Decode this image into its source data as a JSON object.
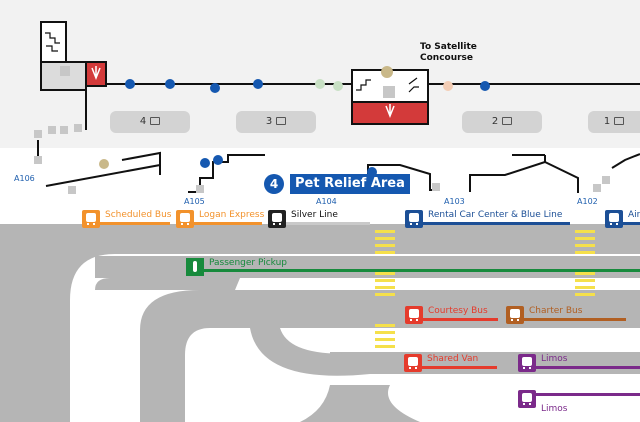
{
  "map": {
    "satellite_label": [
      "To Satellite",
      "Concourse"
    ],
    "pet_relief": {
      "icon": "4",
      "label": "Pet Relief Area"
    },
    "carousels": [
      {
        "number": "4",
        "icon": "baggage-claim-icon"
      },
      {
        "number": "3",
        "icon": "baggage-claim-icon"
      },
      {
        "number": "2",
        "icon": "baggage-claim-icon"
      },
      {
        "number": "1",
        "icon": "baggage-claim-icon"
      }
    ],
    "gates": [
      "A106",
      "A105",
      "A104",
      "A103",
      "A102"
    ],
    "ground_transport": {
      "scheduled_bus": "Scheduled Bus",
      "logan_express": "Logan Express",
      "silver_line": "Silver Line",
      "rental_car": "Rental Car Center & Blue Line",
      "airport_partial": "Airp",
      "passenger_pickup": "Passenger Pickup",
      "courtesy_bus": "Courtesy Bus",
      "charter_bus": "Charter Bus",
      "shared_van": "Shared Van",
      "limos_1": "Limos",
      "limos_2": "Limos"
    },
    "colors": {
      "terminal_blue": "#1558b0",
      "gate_text": "#1f5fae",
      "bus_orange": "#f2922c",
      "silver_line": "#222222",
      "rental_blue": "#1c4f96",
      "pickup_green": "#178a3c",
      "courtesy_red": "#e53b2c",
      "charter_brown": "#b15f22",
      "limo_purple": "#7b2a8a",
      "crosswalk_yellow": "#f5e04a",
      "road_gray": "#b5b5b5",
      "exit_red": "#d33a3a"
    }
  }
}
